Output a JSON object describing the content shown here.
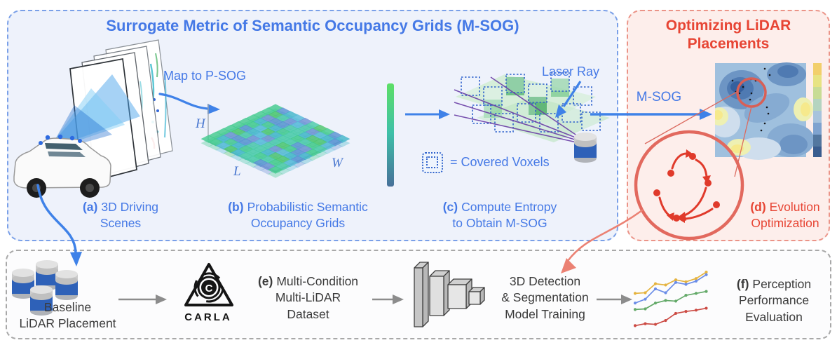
{
  "colors": {
    "accent_blue": "#4579e6",
    "accent_red": "#e74534",
    "text_gray": "#3b3b3b",
    "arrow_gray": "#8c8c8c",
    "laser_purple": "#6b3fa6",
    "lidar_blue": "#2e61b8"
  },
  "msog_panel": {
    "title": "Surrogate Metric of Semantic Occupancy Grids (M-SOG)",
    "map_arrow_label": "Map to P-SOG",
    "laser_ray_label": "Laser Ray",
    "covered_voxels_label": "= Covered Voxels",
    "axes": {
      "h": "H",
      "l": "L",
      "w": "W"
    },
    "voxel_palette": [
      "#3fc98c",
      "#46c9a8",
      "#52b9d8",
      "#5590d2",
      "#49c46a",
      "#6b8fd4",
      "#3fb4c9"
    ],
    "step_a": {
      "tag": "(a)",
      "lines": [
        "3D Driving",
        "Scenes"
      ]
    },
    "step_b": {
      "tag": "(b)",
      "lines": [
        "Probabilistic Semantic",
        "Occupancy Grids"
      ]
    },
    "step_c": {
      "tag": "(c)",
      "lines": [
        "Compute Entropy",
        "to Obtain M-SOG"
      ]
    }
  },
  "optimize_panel": {
    "title_lines": [
      "Optimizing LiDAR",
      "Placements"
    ],
    "msog_arrow_label": "M-SOG",
    "step_d": {
      "tag": "(d)",
      "lines": [
        "Evolution",
        "Optimization"
      ]
    },
    "heatmap_points": [
      [
        71,
        8
      ],
      [
        78,
        17
      ],
      [
        51,
        23
      ],
      [
        58,
        25
      ],
      [
        25,
        25
      ],
      [
        35,
        32
      ],
      [
        40,
        34
      ],
      [
        30,
        41
      ],
      [
        52,
        43
      ],
      [
        35,
        43
      ],
      [
        50,
        52
      ],
      [
        61,
        60
      ],
      [
        74,
        63
      ],
      [
        76,
        72
      ],
      [
        71,
        86
      ],
      [
        66,
        96
      ]
    ]
  },
  "pipeline_panel": {
    "baseline_lines": [
      "Baseline",
      "LiDAR Placement"
    ],
    "carla_wordmark": "CARLA",
    "step_e": {
      "tag": "(e)",
      "lines": [
        "Multi-Condition",
        "Multi-LiDAR",
        "Dataset"
      ]
    },
    "training_lines": [
      "3D Detection",
      "& Segmentation",
      "Model Training"
    ],
    "step_f": {
      "tag": "(f)",
      "lines": [
        "Perception",
        "Performance",
        "Evaluation"
      ]
    }
  },
  "mini_chart": {
    "type": "line",
    "series": [
      {
        "name": "yellow",
        "color": "#e5b33e",
        "y": [
          55,
          56,
          70,
          68,
          76,
          73,
          78,
          88
        ]
      },
      {
        "name": "blue",
        "color": "#6b8de8",
        "y": [
          40,
          46,
          62,
          56,
          72,
          69,
          74,
          84
        ]
      },
      {
        "name": "green",
        "color": "#63a968",
        "y": [
          30,
          31,
          40,
          44,
          43,
          52,
          55,
          58
        ]
      },
      {
        "name": "red",
        "color": "#cc4b44",
        "y": [
          5,
          8,
          7,
          13,
          24,
          27,
          29,
          32
        ]
      }
    ]
  }
}
